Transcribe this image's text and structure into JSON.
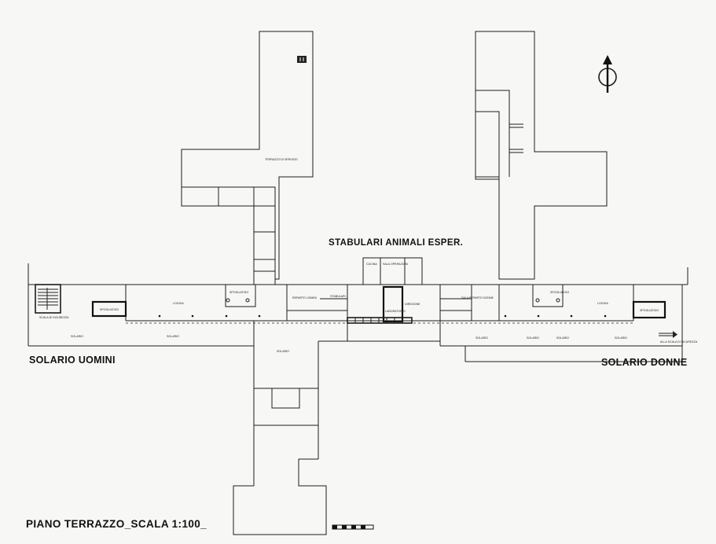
{
  "title": "STABULARI ANIMALI ESPER.",
  "footer_title": "PIANO TERRAZZO_SCALA 1:100_",
  "solarium_left": "SOLARIO UOMINI",
  "solarium_right": "SOLARIO DONNE",
  "scale_label": "1:100",
  "room_labels": {
    "terrazzo_servizio": "TERRAZZO DI SERVIZIO",
    "stabulari": "STABULARI",
    "scala_sicurezza": "SCALA DI SICUREZZA",
    "loggia_left": "LOGGIA",
    "loggia_right": "LOGGIA",
    "spogliatoio_left": "SPOGLIATOIO",
    "spogliatoio_right": "SPOGLIATOIO",
    "solario_1": "SOLARIO",
    "solario_2": "SOLARIO",
    "solario_3": "SOLARIO",
    "solario_4": "SOLARIO",
    "solario_5": "SOLARIO",
    "solario_6": "SOLARIO",
    "solario_7": "SOLARIO",
    "laboratorio": "LABORATORIO",
    "reparto_uomini": "REPARTO UOMINI",
    "reparto_donne": "SALA REPARTO DONNE",
    "cucina": "CUCINA",
    "sala_operazioni": "SALA OPERAZIONI",
    "direzione": "DIREZIONE",
    "verso_scala": "ALLA SCALA DI SICUREZZA"
  }
}
